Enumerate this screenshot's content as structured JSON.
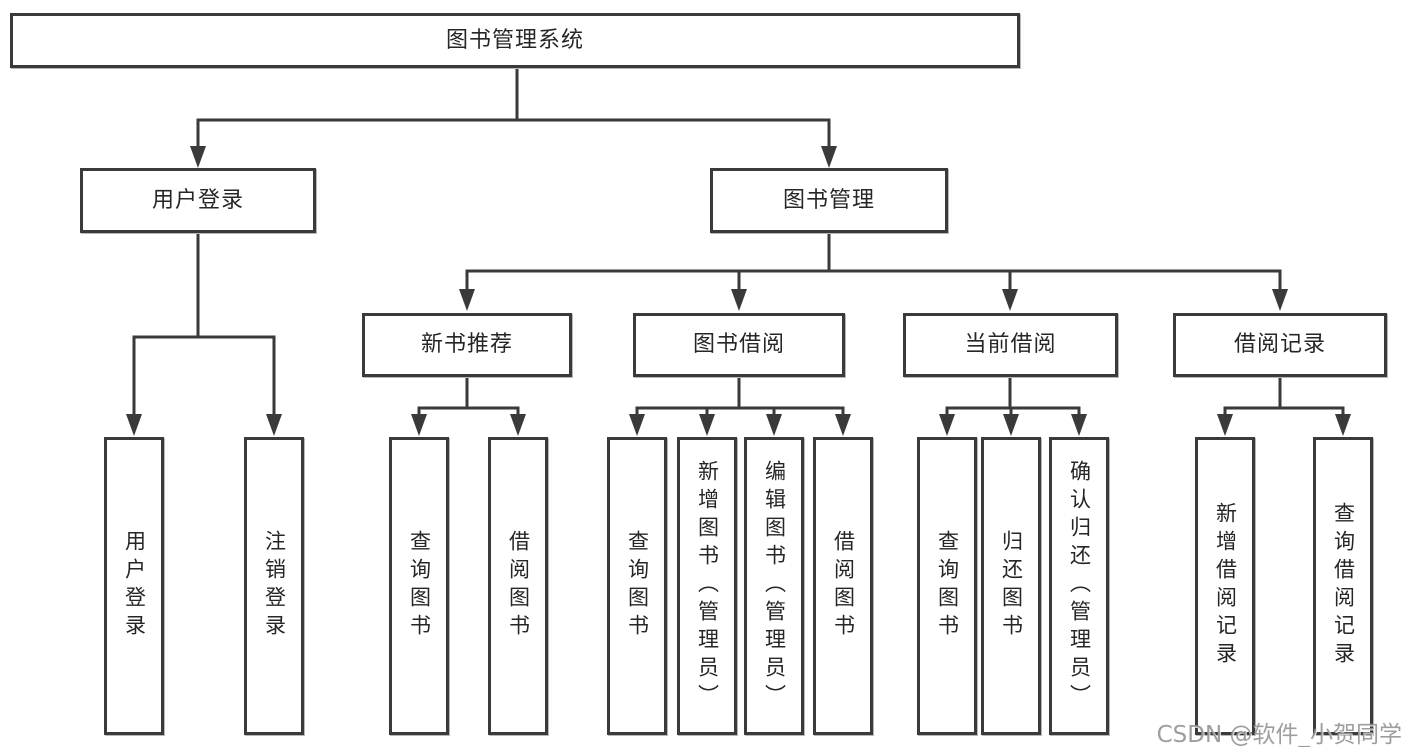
{
  "tree": {
    "root": "图书管理系统",
    "children": [
      {
        "label": "用户登录",
        "leaves": [
          "用户登录",
          "注销登录"
        ]
      },
      {
        "label": "图书管理",
        "children": [
          {
            "label": "新书推荐",
            "leaves": [
              "查询图书",
              "借阅图书"
            ]
          },
          {
            "label": "图书借阅",
            "leaves": [
              "查询图书",
              "新增图书（管理员）",
              "编辑图书（管理员）",
              "借阅图书"
            ]
          },
          {
            "label": "当前借阅",
            "leaves": [
              "查询图书",
              "归还图书",
              "确认归还（管理员）"
            ]
          },
          {
            "label": "借阅记录",
            "leaves": [
              "新增借阅记录",
              "查询借阅记录"
            ]
          }
        ]
      }
    ]
  },
  "colors": {
    "line": "#3a3a3a",
    "box_border": "#3a3a3a",
    "box_fill": "#ffffff",
    "text": "#262626",
    "background": "#ffffff",
    "watermark": "#949494"
  },
  "watermark": "CSDN @软件_小贺同学"
}
